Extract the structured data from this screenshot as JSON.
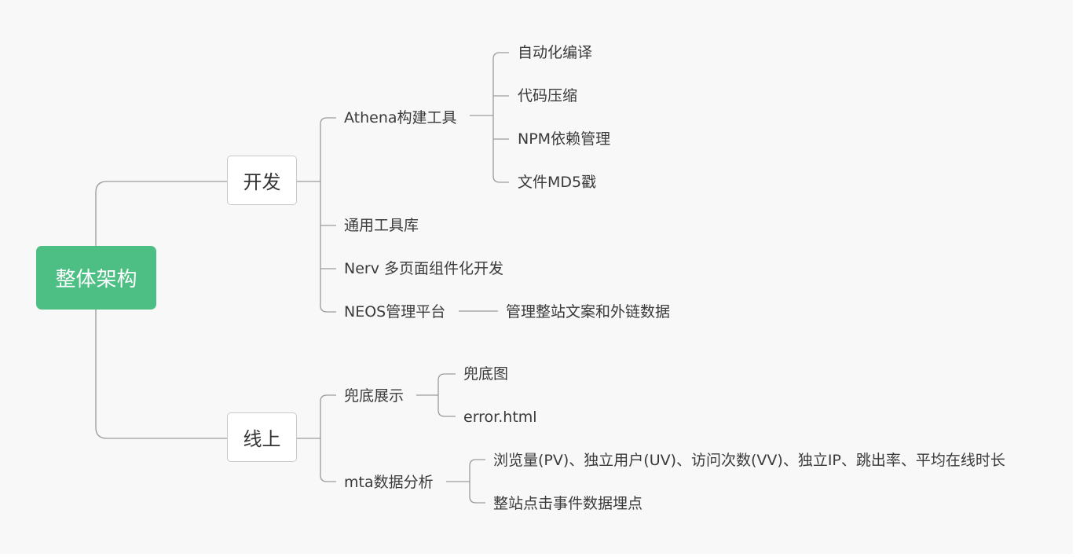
{
  "root": {
    "label": "整体架构",
    "color": "#4dbf85"
  },
  "branches": [
    {
      "label": "开发",
      "children": [
        {
          "label": "Athena构建工具",
          "children": [
            "自动化编译",
            "代码压缩",
            "NPM依赖管理",
            "文件MD5戳"
          ]
        },
        {
          "label": "通用工具库"
        },
        {
          "label": "Nerv 多页面组件化开发"
        },
        {
          "label": "NEOS管理平台",
          "children": [
            "管理整站文案和外链数据"
          ]
        }
      ]
    },
    {
      "label": "线上",
      "children": [
        {
          "label": "兜底展示",
          "children": [
            "兜底图",
            "error.html"
          ]
        },
        {
          "label": "mta数据分析",
          "children": [
            "浏览量(PV)、独立用户(UV)、访问次数(VV)、独立IP、跳出率、平均在线时长",
            "整站点击事件数据埋点"
          ]
        }
      ]
    }
  ],
  "colors": {
    "line": "#9a9a9a",
    "background": "#f8f8f8"
  }
}
